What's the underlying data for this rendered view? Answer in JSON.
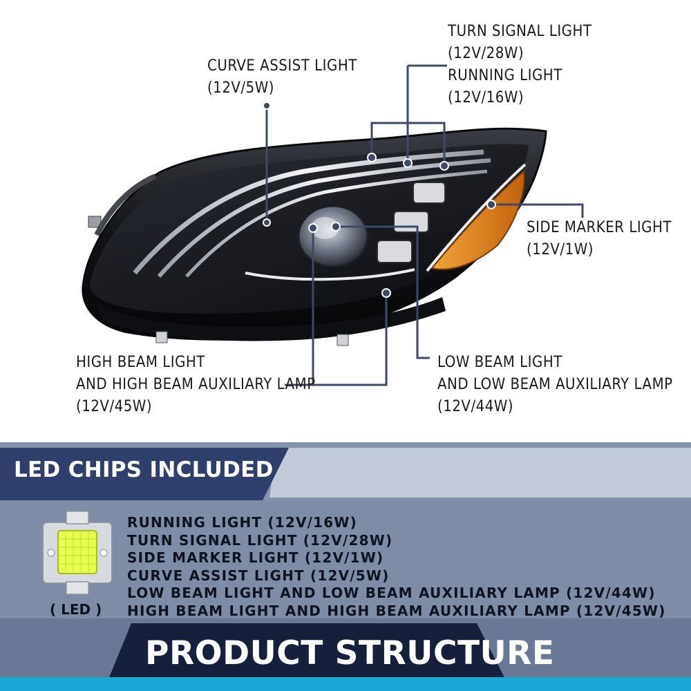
{
  "callouts": {
    "turn_signal": {
      "name": "TURN SIGNAL LIGHT",
      "spec": "(12V/28W)"
    },
    "running": {
      "name": "RUNNING LIGHT",
      "spec": "(12V/16W)"
    },
    "curve_assist": {
      "name": "CURVE ASSIST LIGHT",
      "spec": "(12V/5W)"
    },
    "side_marker": {
      "name": "SIDE MARKER LIGHT",
      "spec": "(12V/1W)"
    },
    "high_beam": {
      "line1": "HIGH BEAM LIGHT",
      "line2": "AND HIGH BEAM AUXILIARY LAMP",
      "spec": "(12V/45W)"
    },
    "low_beam": {
      "line1": "LOW BEAM LIGHT",
      "line2": "AND LOW BEAM AUXILIARY LAMP",
      "spec": "(12V/44W)"
    }
  },
  "led_section": {
    "title": "LED CHIPS INCLUDED",
    "chip_caption": "( LED )",
    "items": [
      "RUNNING LIGHT (12V/16W)",
      "TURN SIGNAL LIGHT (12V/28W)",
      "SIDE MARKER LIGHT (12V/1W)",
      "CURVE ASSIST LIGHT (12V/5W)",
      "LOW BEAM LIGHT AND LOW BEAM AUXILIARY LAMP (12V/44W)",
      "HIGH BEAM LIGHT AND HIGH BEAM AUXILIARY LAMP (12V/45W)"
    ]
  },
  "footer": {
    "title": "PRODUCT STRUCTURE"
  },
  "colors": {
    "leader_line": "#3d4a66",
    "navy": "#2b3d66",
    "slate": "#7f8ea8",
    "light_slate": "#c7cfdb",
    "amber": "#e08a1e",
    "cyan": "#1aa9d6"
  }
}
